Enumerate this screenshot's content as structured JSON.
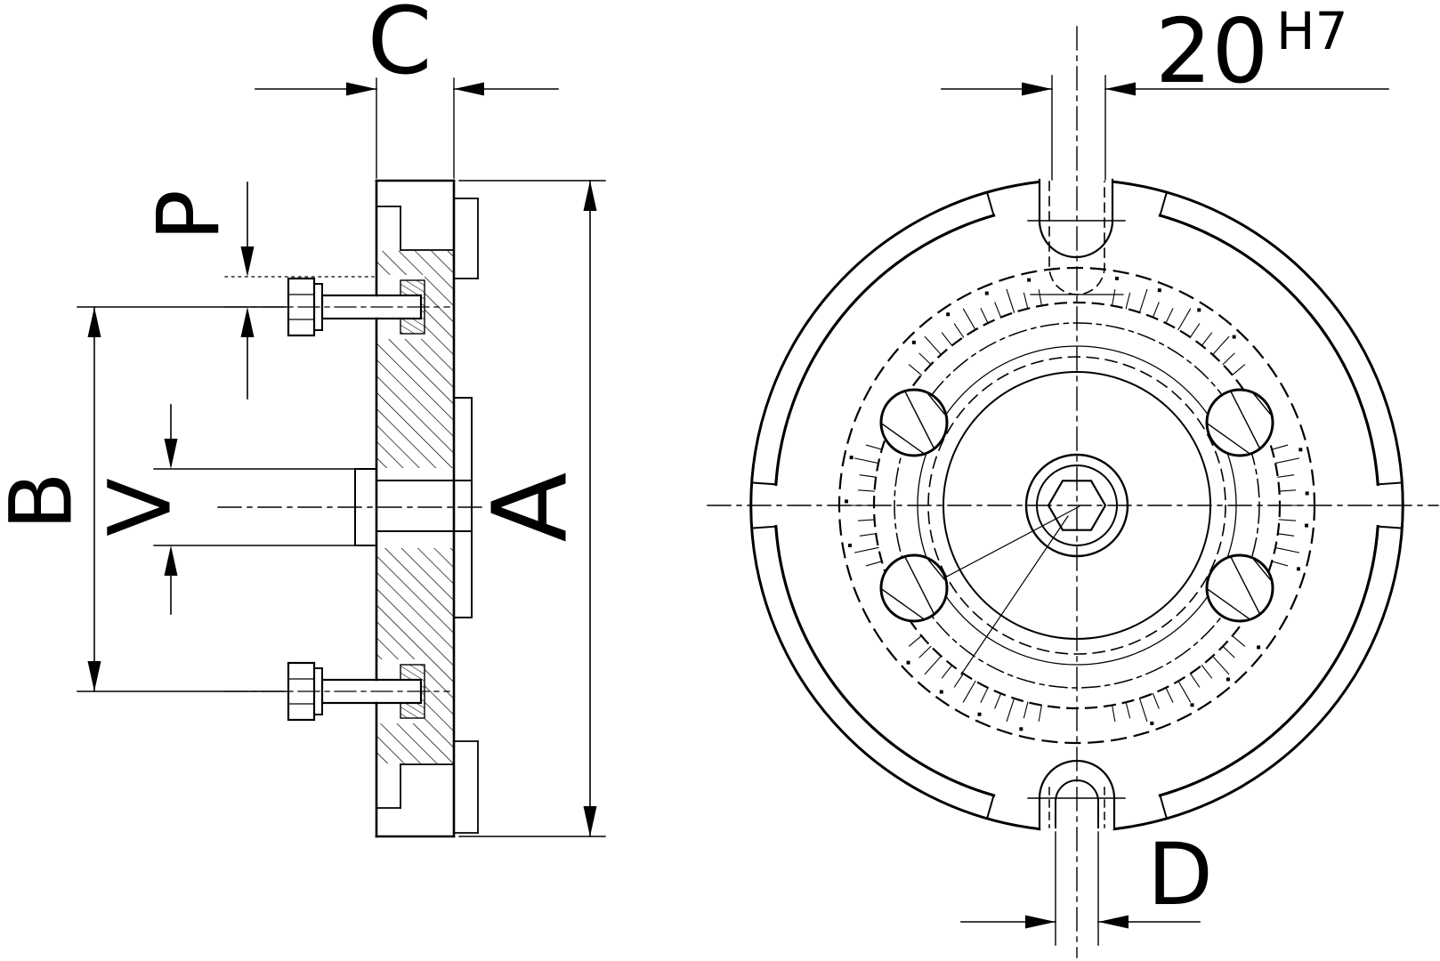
{
  "drawing": {
    "labels": {
      "dim_c": "C",
      "dim_p": "P",
      "dim_b": "B",
      "dim_v": "V",
      "dim_a": "A",
      "dim_d": "D",
      "bore_size": "20",
      "bore_tolerance": "H7"
    },
    "colors": {
      "line": "#000000",
      "background": "#ffffff"
    }
  }
}
